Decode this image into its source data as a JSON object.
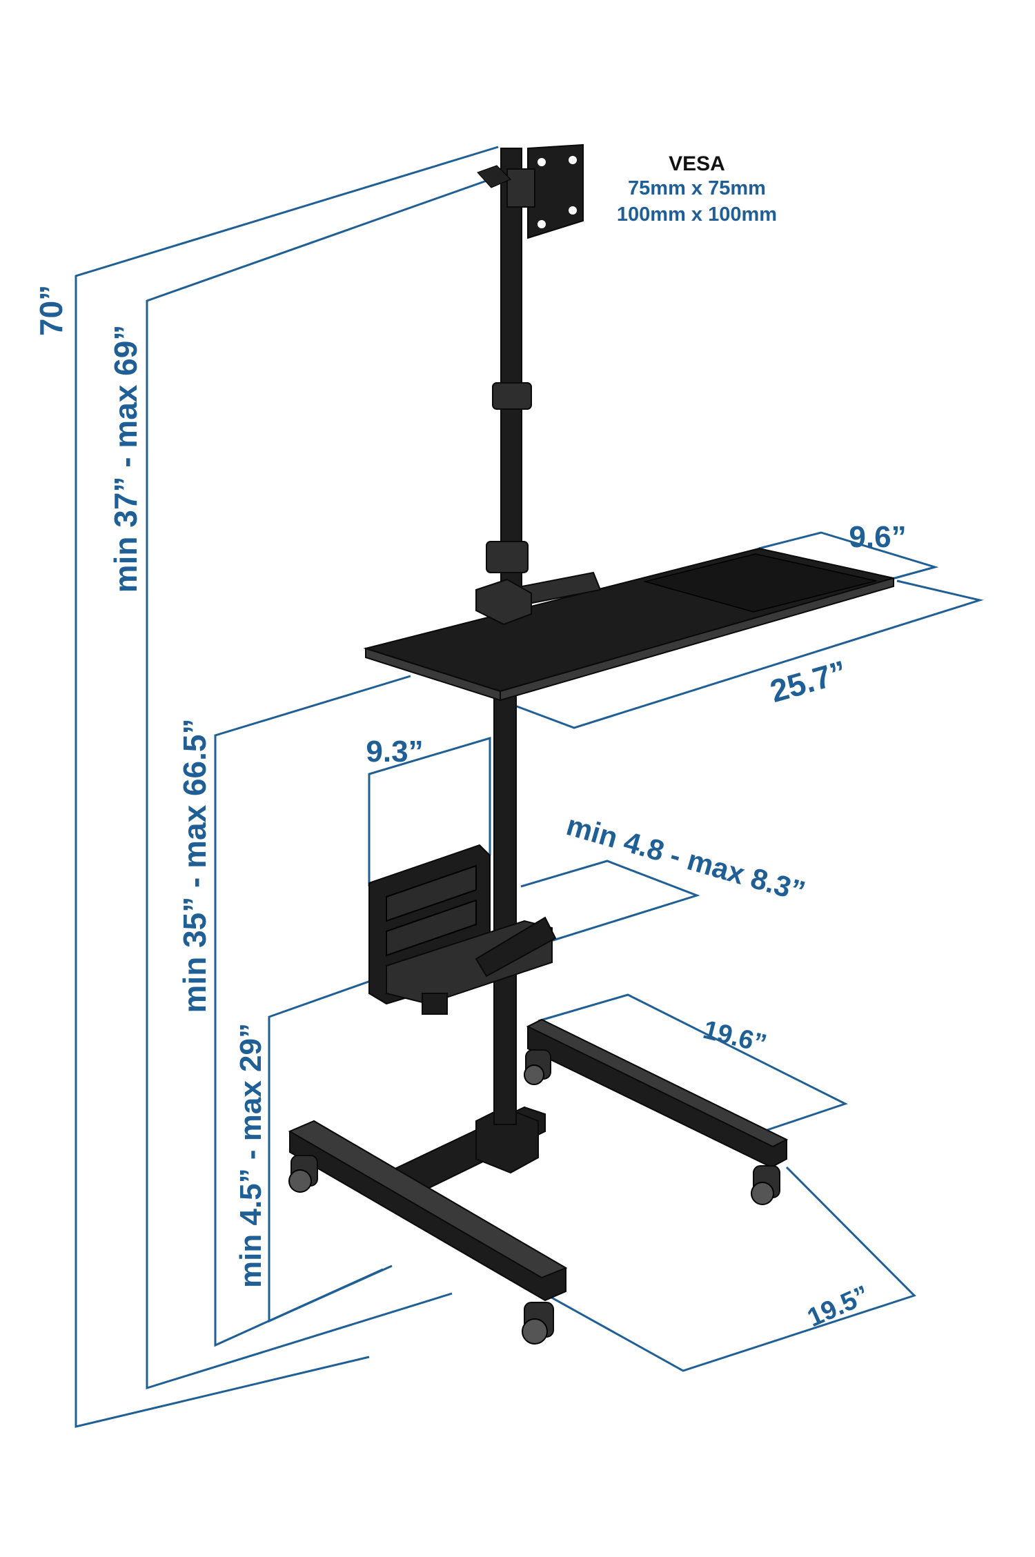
{
  "vesa": {
    "title": "VESA",
    "size_1": "75mm x 75mm",
    "size_2": "100mm x 100mm"
  },
  "dimensions": {
    "overall_height": "70”",
    "monitor_height": "min 37” - max 69”",
    "keyboard_tray_height": "min 35” - max 66.5”",
    "cpu_holder_height": "min 4.5” - max 29”",
    "tray_depth": "9.6”",
    "tray_width": "25.7”",
    "cpu_holder_depth": "9.3”",
    "cpu_holder_width": "min 4.8 - max 8.3”",
    "base_width": "19.6”",
    "base_depth": "19.5”"
  },
  "colors": {
    "dimension": "#1f5f95",
    "metal": "#1c1c1c"
  }
}
